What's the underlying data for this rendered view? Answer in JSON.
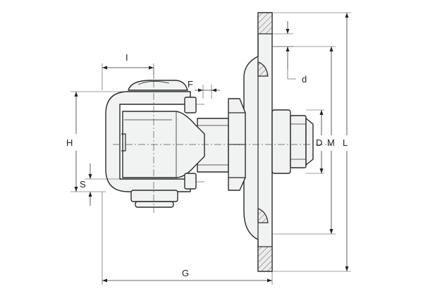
{
  "labels": {
    "l": "I",
    "f": "F",
    "d_small": "d",
    "h": "H",
    "s": "S",
    "d_big": "D",
    "m": "M",
    "l_total": "L",
    "g": "G"
  }
}
